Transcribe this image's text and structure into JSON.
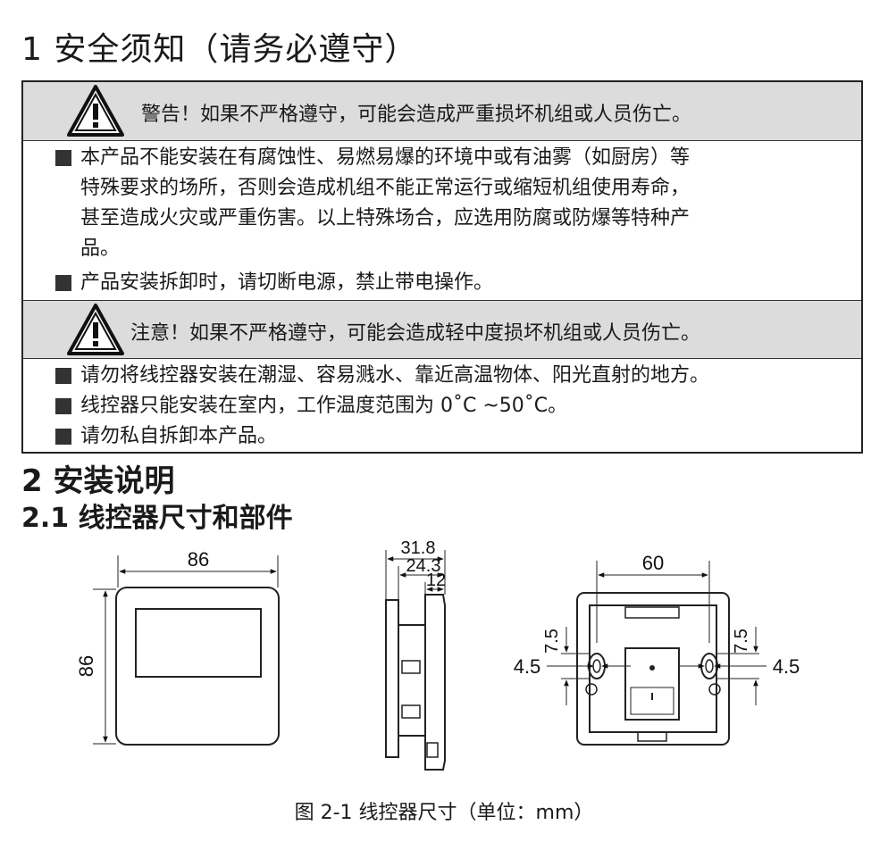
{
  "section1": {
    "title": "1 安全须知（请务必遵守）",
    "warning": {
      "icon": "warning-triangle-icon",
      "text": "警告！如果不严格遵守，可能会造成严重损坏机组或人员伤亡。"
    },
    "warning_items": [
      [
        "本产品不能安装在有腐蚀性、易燃易爆的环境中或有油雾（如厨房）等",
        "特殊要求的场所，否则会造成机组不能正常运行或缩短机组使用寿命，",
        "甚至造成火灾或严重伤害。以上特殊场合，应选用防腐或防爆等特种产",
        "品。"
      ],
      [
        "产品安装拆卸时，请切断电源，禁止带电操作。"
      ]
    ],
    "caution": {
      "icon": "warning-triangle-icon",
      "text": "注意！如果不严格遵守，可能会造成轻中度损坏机组或人员伤亡。"
    },
    "caution_items": [
      "请勿将线控器安装在潮湿、容易溅水、靠近高温物体、阳光直射的地方。",
      "线控器只能安装在室内，工作温度范围为 0˚C ~50˚C。",
      "请勿私自拆卸本产品。"
    ]
  },
  "section2": {
    "title": "2 安装说明",
    "subtitle": "2.1 线控器尺寸和部件"
  },
  "figure": {
    "front": {
      "width": "86",
      "height": "86"
    },
    "side": {
      "d1": "31.8",
      "d2": "24.3",
      "d3": "12"
    },
    "back": {
      "width": "60",
      "left_v": "7.5",
      "left_h": "4.5",
      "right_v": "7.5",
      "right_h": "4.5"
    },
    "caption": "图 2-1 线控器尺寸（单位：mm）"
  }
}
